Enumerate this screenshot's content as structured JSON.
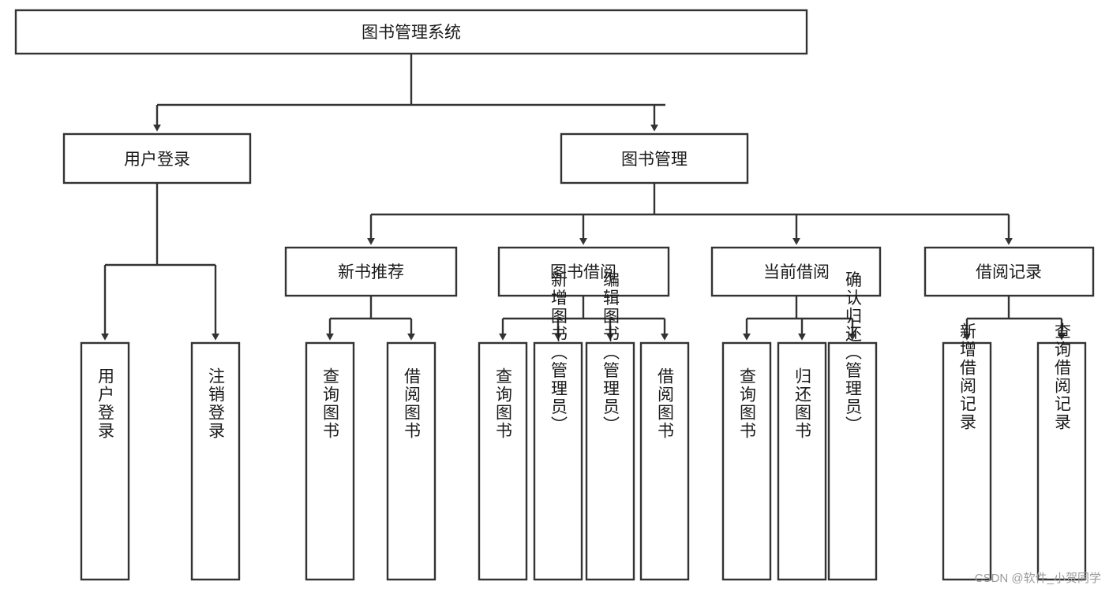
{
  "diagram": {
    "type": "tree-hierarchy",
    "title": "图书管理系统",
    "watermark": "CSDN @软件_小贺同学",
    "colors": {
      "stroke": "#333333",
      "fill": "#ffffff",
      "text": "#1a1a1a",
      "watermark": "#9b9b9b"
    },
    "levels": {
      "root": {
        "label": "图书管理系统"
      },
      "level2": [
        {
          "label": "用户登录"
        },
        {
          "label": "图书管理"
        }
      ],
      "level3": [
        {
          "label": "新书推荐"
        },
        {
          "label": "图书借阅"
        },
        {
          "label": "当前借阅"
        },
        {
          "label": "借阅记录"
        }
      ],
      "leaves": {
        "user_login": [
          {
            "label": "用户登录"
          },
          {
            "label": "注销登录"
          }
        ],
        "new_book": [
          {
            "label": "查询图书"
          },
          {
            "label": "借阅图书"
          }
        ],
        "book_borrow": [
          {
            "label": "查询图书"
          },
          {
            "label": "新增图书（管理员）"
          },
          {
            "label": "编辑图书（管理员）"
          },
          {
            "label": "借阅图书"
          }
        ],
        "current_borrow": [
          {
            "label": "查询图书"
          },
          {
            "label": "归还图书"
          },
          {
            "label": "确认归还（管理员）"
          }
        ],
        "borrow_record": [
          {
            "label": "新增借阅记录"
          },
          {
            "label": "查询借阅记录"
          }
        ]
      }
    }
  }
}
